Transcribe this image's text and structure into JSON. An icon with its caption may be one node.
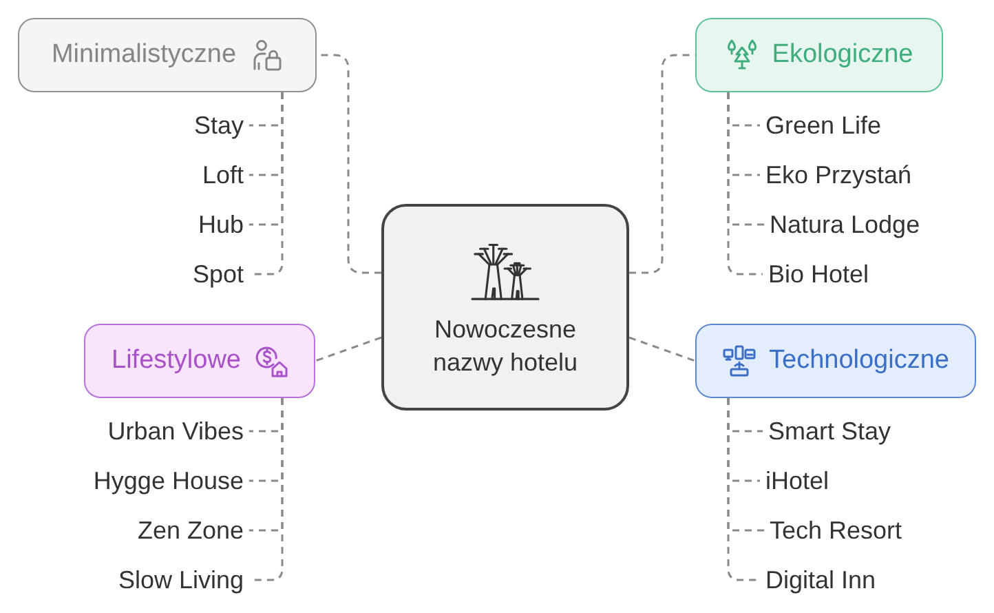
{
  "diagram": {
    "nodes": [
      {
        "text": [
          "Nowoczesne nazwy hotelu"
        ]
      },
      {
        "text": [
          "Minimalistyczne"
        ]
      },
      {
        "text": [
          "Stay"
        ]
      },
      {
        "text": [
          "Loft"
        ]
      },
      {
        "text": [
          "Hub"
        ]
      },
      {
        "text": [
          "Spot"
        ]
      },
      {
        "text": [
          "Ekologiczne"
        ]
      },
      {
        "text": [
          "Green Life"
        ]
      },
      {
        "text": [
          "Eko Przystań"
        ]
      },
      {
        "text": [
          "Natura Lodge"
        ]
      },
      {
        "text": [
          "Bio Hotel"
        ]
      },
      {
        "text": [
          "Lifestylowe"
        ]
      },
      {
        "text": [
          "Urban Vibes"
        ]
      },
      {
        "text": [
          "Hygge House"
        ]
      },
      {
        "text": [
          "Zen Zone"
        ]
      },
      {
        "text": [
          "Slow Living"
        ]
      },
      {
        "text": [
          "Technologiczne"
        ]
      },
      {
        "text": [
          "Smart Stay"
        ]
      },
      {
        "text": [
          "iHotel"
        ]
      },
      {
        "text": [
          "Tech Resort"
        ]
      },
      {
        "text": [
          "Digital Inn"
        ]
      }
    ],
    "edges": [
      {
        "from": 0,
        "to": 1,
        "arrow": "none",
        "style": "dashed"
      },
      {
        "from": 0,
        "to": 6,
        "arrow": "none",
        "style": "dashed"
      },
      {
        "from": 0,
        "to": 11,
        "arrow": "none",
        "style": "dashed"
      },
      {
        "from": 0,
        "to": 16,
        "arrow": "none",
        "style": "dashed"
      },
      {
        "from": 1,
        "to": 2,
        "arrow": "none",
        "style": "dashed"
      },
      {
        "from": 1,
        "to": 3,
        "arrow": "none",
        "style": "dashed"
      },
      {
        "from": 1,
        "to": 4,
        "arrow": "none",
        "style": "dashed"
      },
      {
        "from": 1,
        "to": 5,
        "arrow": "none",
        "style": "dashed"
      },
      {
        "from": 6,
        "to": 7,
        "arrow": "none",
        "style": "dashed"
      },
      {
        "from": 6,
        "to": 8,
        "arrow": "none",
        "style": "dashed"
      },
      {
        "from": 6,
        "to": 9,
        "arrow": "none",
        "style": "dashed"
      },
      {
        "from": 6,
        "to": 10,
        "arrow": "none",
        "style": "dashed"
      },
      {
        "from": 11,
        "to": 12,
        "arrow": "none",
        "style": "dashed"
      },
      {
        "from": 11,
        "to": 13,
        "arrow": "none",
        "style": "dashed"
      },
      {
        "from": 11,
        "to": 14,
        "arrow": "none",
        "style": "dashed"
      },
      {
        "from": 11,
        "to": 15,
        "arrow": "none",
        "style": "dashed"
      },
      {
        "from": 16,
        "to": 17,
        "arrow": "none",
        "style": "dashed"
      },
      {
        "from": 16,
        "to": 18,
        "arrow": "none",
        "style": "dashed"
      },
      {
        "from": 16,
        "to": 19,
        "arrow": "none",
        "style": "dashed"
      },
      {
        "from": 16,
        "to": 20,
        "arrow": "none",
        "style": "dashed"
      }
    ]
  }
}
